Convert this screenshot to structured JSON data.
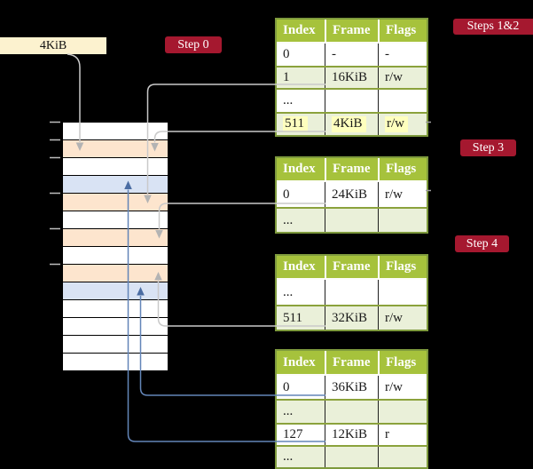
{
  "pointer_box": {
    "label": "4KiB"
  },
  "badges": {
    "step0": "Step 0",
    "steps12": "Steps 1&2",
    "step3": "Step 3",
    "step4": "Step 4"
  },
  "memory": {
    "rows": [
      "white",
      "orange",
      "white",
      "blue",
      "orange",
      "white",
      "orange",
      "white",
      "orange",
      "blue",
      "white",
      "white",
      "white",
      "white"
    ]
  },
  "tables": [
    {
      "headers": [
        "Index",
        "Frame",
        "Flags"
      ],
      "rows": [
        {
          "cells": [
            "0",
            "-",
            "-"
          ]
        },
        {
          "cells": [
            "1",
            "16KiB",
            "r/w"
          ]
        },
        {
          "cells": [
            "...",
            "",
            ""
          ]
        },
        {
          "cells": [
            "511",
            "4KiB",
            "r/w"
          ],
          "variant": "highlight"
        }
      ]
    },
    {
      "headers": [
        "Index",
        "Frame",
        "Flags"
      ],
      "rows": [
        {
          "cells": [
            "0",
            "24KiB",
            "r/w"
          ]
        },
        {
          "cells": [
            "...",
            "",
            ""
          ]
        }
      ]
    },
    {
      "headers": [
        "Index",
        "Frame",
        "Flags"
      ],
      "rows": [
        {
          "cells": [
            "...",
            "",
            ""
          ]
        },
        {
          "cells": [
            "511",
            "32KiB",
            "r/w"
          ]
        }
      ]
    },
    {
      "headers": [
        "Index",
        "Frame",
        "Flags"
      ],
      "rows": [
        {
          "cells": [
            "0",
            "36KiB",
            "r/w"
          ]
        },
        {
          "cells": [
            "...",
            "",
            ""
          ]
        },
        {
          "cells": [
            "127",
            "12KiB",
            "r"
          ]
        },
        {
          "cells": [
            "...",
            "",
            ""
          ]
        }
      ]
    }
  ],
  "connectors": [
    {
      "id": "root-pointer",
      "from": "4KiB label",
      "to": "memory row 2",
      "color": "gray"
    },
    {
      "id": "t1-entry-1",
      "from": "table 1 entry 1 (16KiB)",
      "to": "memory row 5",
      "color": "gray"
    },
    {
      "id": "t1-entry-511",
      "from": "table 1 entry 511 (4KiB)",
      "to": "memory row 2",
      "color": "gray"
    },
    {
      "id": "t2-entry-0",
      "from": "table 2 entry 0 (24KiB)",
      "to": "memory row 7",
      "color": "gray"
    },
    {
      "id": "t3-entry-511",
      "from": "table 3 entry 511 (32KiB)",
      "to": "memory row 9",
      "color": "gray"
    },
    {
      "id": "t4-entry-0",
      "from": "table 4 entry 0 (36KiB)",
      "to": "memory row 10",
      "color": "blue"
    },
    {
      "id": "t4-entry-127",
      "from": "table 4 entry 127 (12KiB)",
      "to": "memory row 4",
      "color": "blue"
    }
  ],
  "colors": {
    "background": "#000000",
    "pointer_box_bg": "#fcf2cf",
    "badge_red": "#a5182f",
    "table_header_green": "#a6c23c",
    "table_row_green": "#eaf0d9",
    "table_border_olive": "#7e9a3d",
    "memory_orange": "#fde5ce",
    "memory_blue": "#d9e3f4",
    "highlight_yellow": "#feffbe",
    "arrow_gray": "#c9c9c9",
    "arrow_blue": "#6385b8"
  }
}
